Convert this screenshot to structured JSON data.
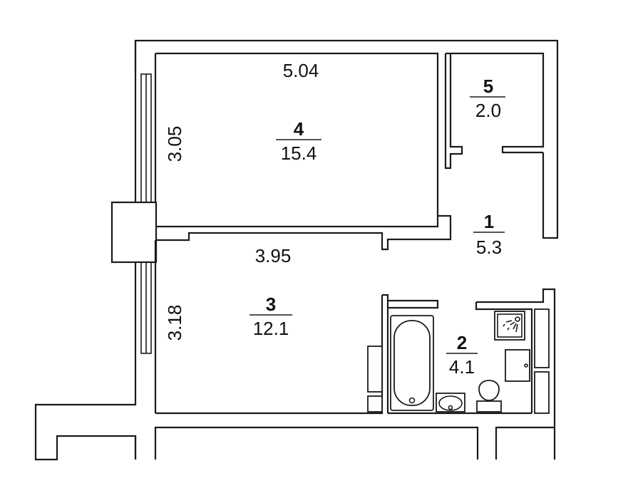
{
  "rooms": [
    {
      "number": "4",
      "area": "15.4"
    },
    {
      "number": "5",
      "area": "2.0"
    },
    {
      "number": "1",
      "area": "5.3"
    },
    {
      "number": "3",
      "area": "12.1"
    },
    {
      "number": "2",
      "area": "4.1"
    }
  ],
  "dimensions": {
    "room4_width": "5.04",
    "room4_depth": "3.05",
    "room3_width": "3.95",
    "room3_depth": "3.18"
  }
}
